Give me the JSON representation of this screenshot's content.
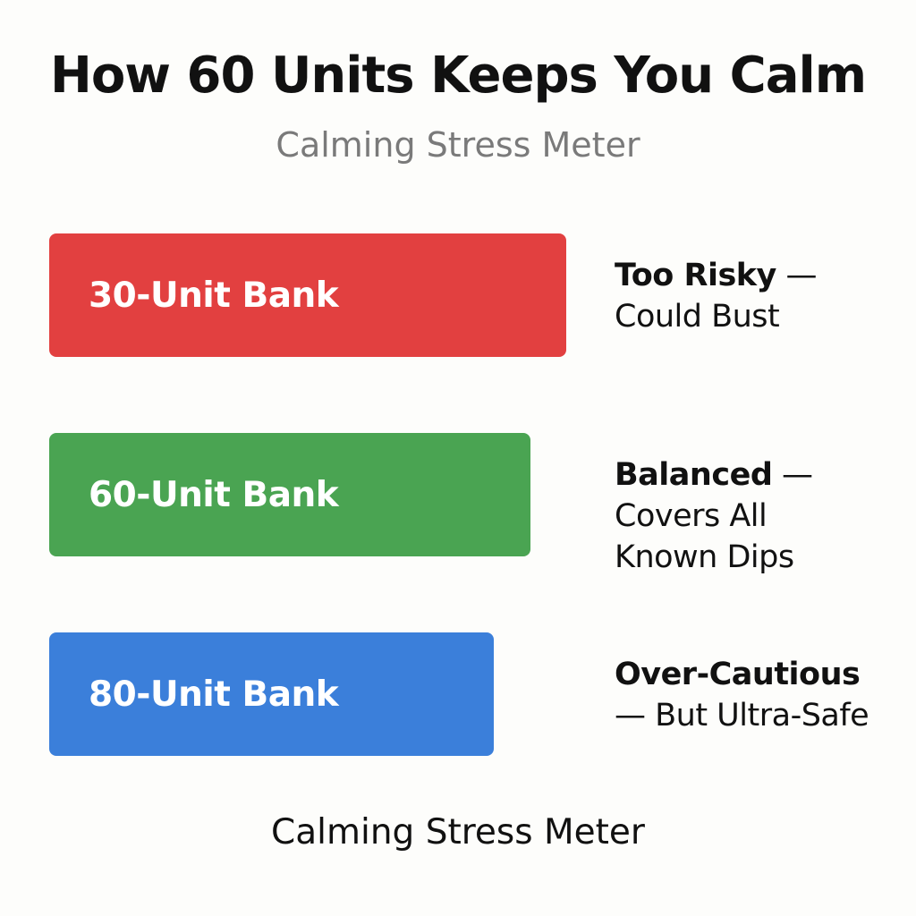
{
  "header": {
    "title": "How 60 Units Keeps You Calm",
    "subtitle": "Calming Stress Meter"
  },
  "banks": [
    {
      "label": "30-Unit Bank",
      "units": 30,
      "color": "#e24040",
      "verdict": "Too Risky",
      "dash": " —",
      "detail": "Could Bust"
    },
    {
      "label": "60-Unit Bank",
      "units": 60,
      "color": "#4aa452",
      "verdict": "Balanced",
      "dash": " —",
      "detail": "Covers All Known Dips"
    },
    {
      "label": "80-Unit Bank",
      "units": 80,
      "color": "#3b7fda",
      "verdict": "Over-Cautious",
      "dash": "",
      "detail": "— But Ultra-Safe"
    }
  ],
  "footer": {
    "caption": "Calming Stress Meter"
  }
}
